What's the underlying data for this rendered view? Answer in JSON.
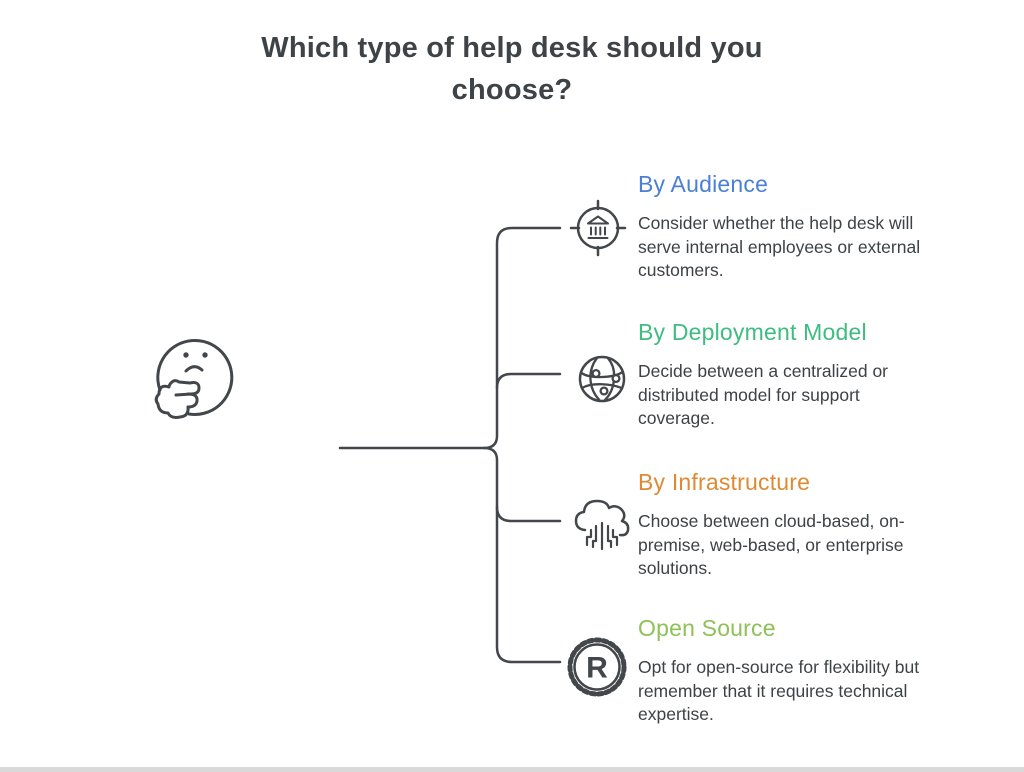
{
  "title": "Which type of help desk should you\nchoose?",
  "central_icon": "thinking-face-icon",
  "colors": {
    "line": "#43474B",
    "title_text": "#3E4347",
    "body_text": "#3D4246",
    "bottom_bar": "#D9D9D9"
  },
  "branches": [
    {
      "heading": "By Audience",
      "heading_color": "#4A80D6",
      "icon": "target-bank-icon",
      "description": "Consider whether the help desk will\nserve internal employees or external\ncustomers."
    },
    {
      "heading": "By Deployment Model",
      "heading_color": "#3FBC7F",
      "icon": "network-globe-icon",
      "description": "Decide between a centralized or\ndistributed model for support\ncoverage."
    },
    {
      "heading": "By Infrastructure",
      "heading_color": "#DE8A33",
      "icon": "cloud-circuit-icon",
      "description": "Choose between cloud-based, on-\npremise, web-based, or enterprise\nsolutions."
    },
    {
      "heading": "Open Source",
      "heading_color": "#8FC158",
      "icon": "gear-r-icon",
      "description": "Opt for open-source for flexibility but\nremember that it requires technical\nexpertise."
    }
  ]
}
